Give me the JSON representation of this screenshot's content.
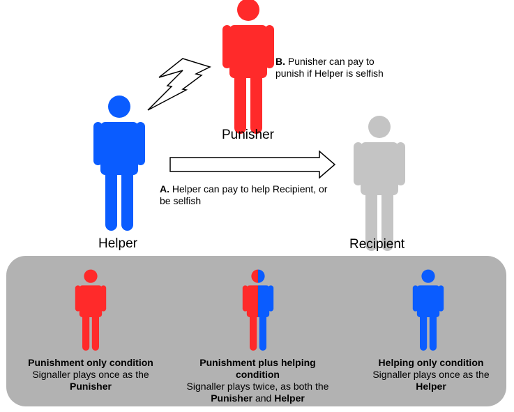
{
  "colors": {
    "punisher": "#ff2a2a",
    "helper": "#0a5cff",
    "recipient": "#c4c4c4",
    "panel": "#b2b2b2"
  },
  "labels": {
    "helper": "Helper",
    "punisher": "Punisher",
    "recipient": "Recipient"
  },
  "note_b": {
    "letter": "B.",
    "text": "Punisher can pay to punish if Helper is selfish"
  },
  "note_a": {
    "letter": "A.",
    "text": "Helper can pay to help Recipient, or be selfish"
  },
  "conditions": [
    {
      "title": "Punishment only condition",
      "desc_prefix": "Signaller plays once as the",
      "desc_role1": "Punisher"
    },
    {
      "title": "Punishment plus helping condition",
      "desc_prefix": "Signaller plays twice, as both the",
      "desc_role1": "Punisher",
      "desc_joiner": "and",
      "desc_role2": "Helper"
    },
    {
      "title": "Helping only condition",
      "desc_prefix": "Signaller plays once as the",
      "desc_role1": "Helper"
    }
  ],
  "icons": {
    "bolt": "lightning-bolt-icon",
    "arrow": "right-arrow-icon",
    "figure": "person-icon"
  }
}
